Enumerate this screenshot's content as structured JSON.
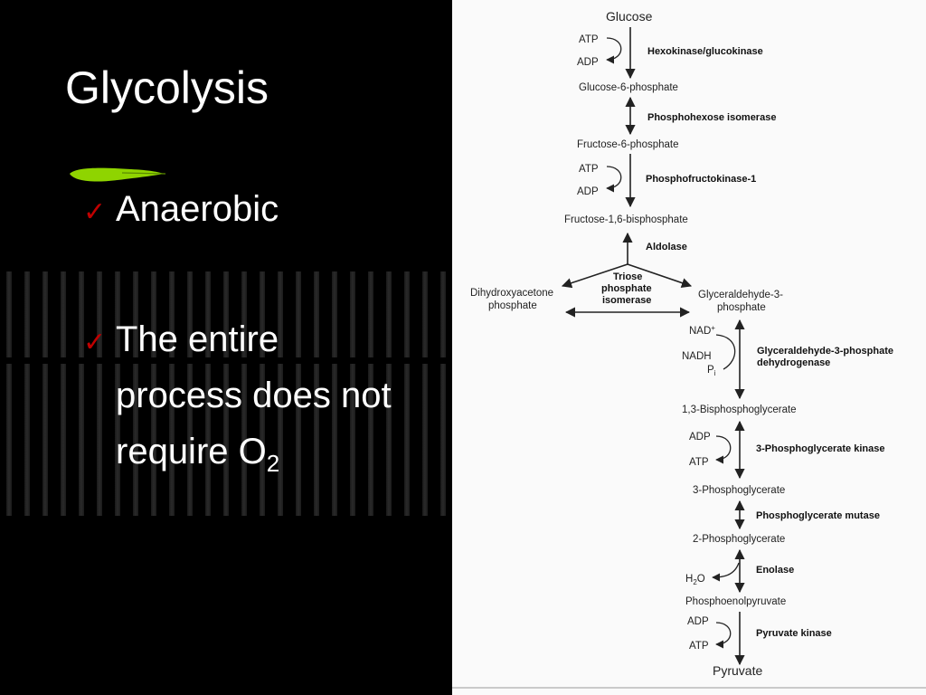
{
  "slide": {
    "title": "Glycolysis",
    "bullets": [
      {
        "label": "Anaerobic"
      },
      {
        "line1": "The entire",
        "line2": "process does not",
        "line3_main": "require O",
        "line3_sub": "2"
      }
    ],
    "check_glyph": "✓",
    "colors": {
      "background": "#000000",
      "text": "#ffffff",
      "check": "#c00000",
      "brush": "#8fd400"
    }
  },
  "pathway": {
    "molecules": {
      "glucose": "Glucose",
      "g6p": "Glucose-6-phosphate",
      "f6p": "Fructose-6-phosphate",
      "f16bp": "Fructose-1,6-bisphosphate",
      "dhap_1": "Dihydroxyacetone",
      "dhap_2": "phosphate",
      "g3p_1": "Glyceraldehyde-3-",
      "g3p_2": "phosphate",
      "bpg13": "1,3-Bisphosphoglycerate",
      "pg3": "3-Phosphoglycerate",
      "pg2": "2-Phosphoglycerate",
      "pep": "Phosphoenolpyruvate",
      "pyruvate": "Pyruvate"
    },
    "enzymes": {
      "hexokinase": "Hexokinase/glucokinase",
      "phi": "Phosphohexose isomerase",
      "pfk": "Phosphofructokinase-1",
      "aldolase": "Aldolase",
      "tpi_1": "Triose",
      "tpi_2": "phosphate",
      "tpi_3": "isomerase",
      "gapdh_1": "Glyceraldehyde-3-phosphate",
      "gapdh_2": "dehydrogenase",
      "pgk": "3-Phosphoglycerate kinase",
      "pgm": "Phosphoglycerate mutase",
      "enolase": "Enolase",
      "pk": "Pyruvate kinase"
    },
    "cofactors": {
      "atp": "ATP",
      "adp": "ADP",
      "nad": "NAD",
      "nad_sup": "+",
      "nadh": "NADH",
      "pi": "P",
      "pi_sub": "i",
      "h2o_h": "H",
      "h2o_sub": "2",
      "h2o_o": "O"
    }
  }
}
